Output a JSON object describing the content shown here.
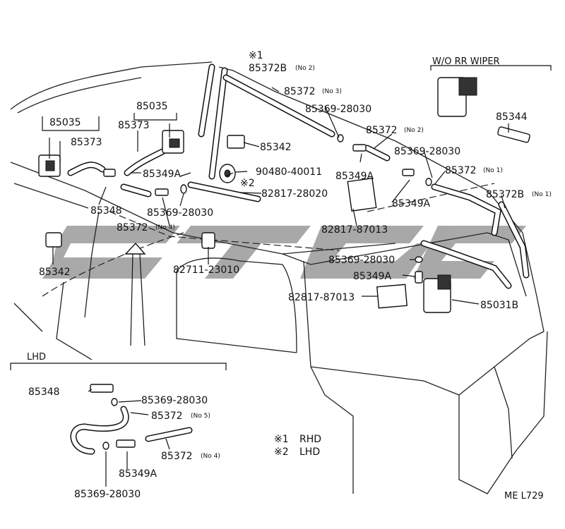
{
  "labels": {
    "rhd_star": "※1",
    "p85372b_top": "85372B",
    "p85372b_top_sub": "(No 2)",
    "p85372_no3": "85372",
    "p85372_no3_sub": "(No 3)",
    "p85369_top": "85369-28030",
    "p85372_no2": "85372",
    "p85372_no2_sub": "(No 2)",
    "p85369_mid": "85369-28030",
    "p85372_no1": "85372",
    "p85372_no1_sub": "(No 1)",
    "p85372b_right": "85372B",
    "p85372b_right_sub": "(No 1)",
    "p85342_top": "85342",
    "p90480": "90480-40011",
    "lhd_star": "※2",
    "p82817_20": "82817-28020",
    "p85349a_center": "85349A",
    "p85349a_right": "85349A",
    "p82817_87013_a": "82817-87013",
    "p85035_a": "85035",
    "p85373_a": "85373",
    "p85035_b": "85035",
    "p85373_b": "85373",
    "p85349a_left": "85349A",
    "p85348": "85348",
    "p85369_left": "85369-28030",
    "p85372_no4": "85372",
    "p85372_no4_sub": "(No 4)",
    "p82711": "82711-23010",
    "p85342_left": "85342",
    "p85369_lower": "85369-28030",
    "p85349a_lower": "85349A",
    "p82817_87013_b": "82817-87013",
    "p85031b": "85031B",
    "p85344": "85344"
  },
  "wo_wiper": {
    "title": "W/O RR WIPER"
  },
  "lhd": {
    "title": "LHD",
    "p85348": "85348",
    "p85369_a": "85369-28030",
    "p85372_no5": "85372",
    "p85372_no5_sub": "(No 5)",
    "p85372_no4": "85372",
    "p85372_no4_sub": "(No 4)",
    "p85349a": "85349A",
    "p85369_b": "85369-28030"
  },
  "legend": {
    "rhd_mark": "※1",
    "rhd_text": "RHD",
    "lhd_mark": "※2",
    "lhd_text": "LHD"
  },
  "footer": {
    "code": "ME L729"
  },
  "colors": {
    "line": "#111111",
    "watermark": "#9a9a9a"
  }
}
